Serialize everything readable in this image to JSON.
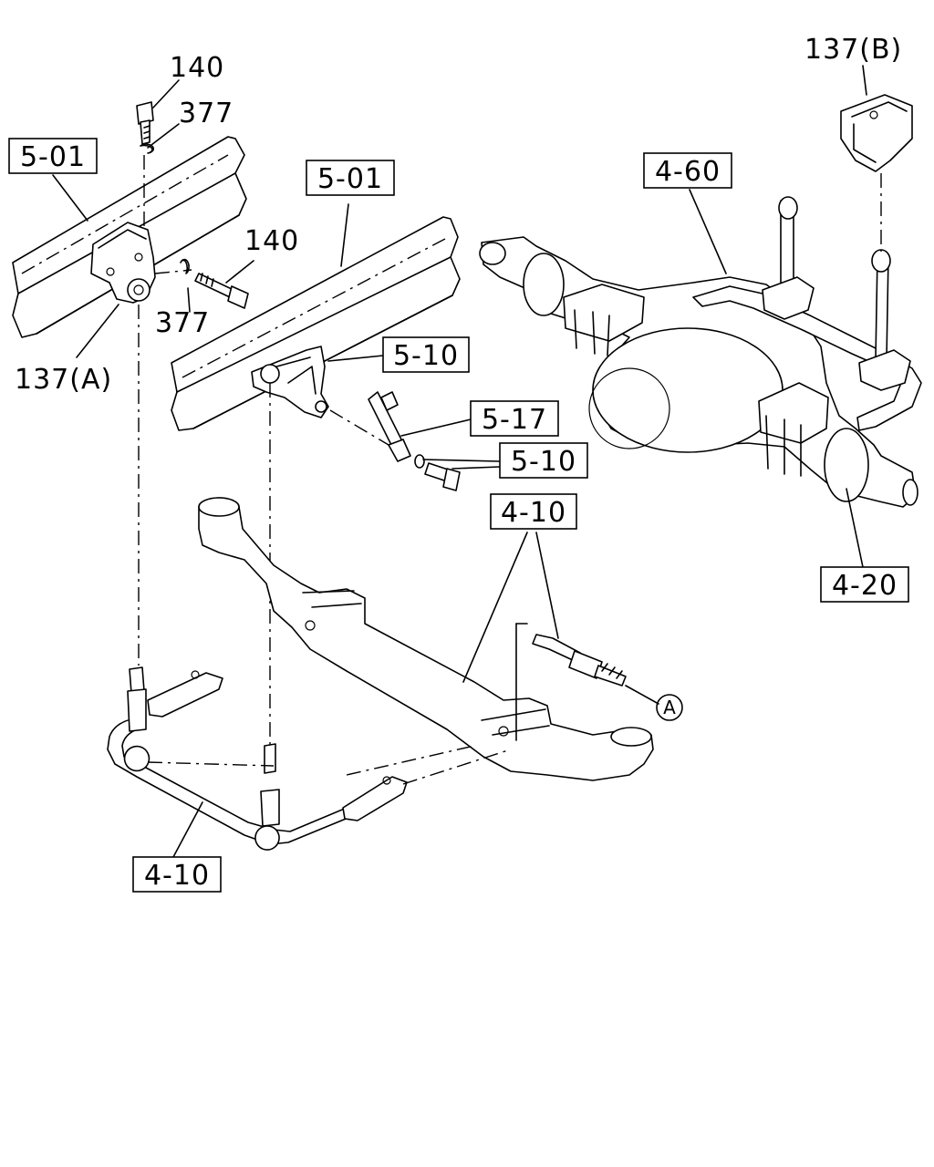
{
  "diagram": {
    "boxed_labels": {
      "frame_left": "5-01",
      "frame_center": "5-01",
      "bracket_a": "5-10",
      "link": "5-17",
      "washer_bolt": "5-10",
      "stabilizer_center": "4-10",
      "rear_axle": "4-60",
      "axle_end": "4-20",
      "stabilizer_bottom": "4-10"
    },
    "labels": {
      "bolt_top": "140",
      "washer_top": "377",
      "bolt_side": "140",
      "washer_side": "377",
      "bracket_a": "137(A)",
      "bracket_b": "137(B)",
      "ref_a": "A"
    }
  }
}
